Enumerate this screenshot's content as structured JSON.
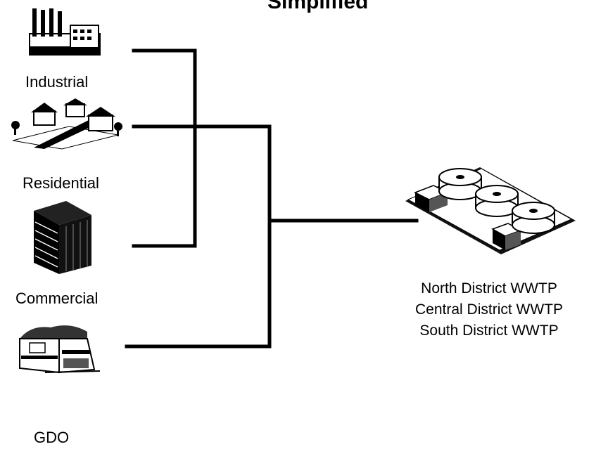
{
  "title": "Simplified",
  "sources": [
    {
      "label": "Industrial",
      "icon": "factory-icon"
    },
    {
      "label": "Residential",
      "icon": "houses-icon"
    },
    {
      "label": "Commercial",
      "icon": "office-building-icon"
    },
    {
      "label": "GDO",
      "icon": "restaurant-icon"
    }
  ],
  "plant": {
    "icon": "wastewater-treatment-plant-icon",
    "names": [
      "North District WWTP",
      "Central District WWTP",
      "South District WWTP"
    ]
  }
}
